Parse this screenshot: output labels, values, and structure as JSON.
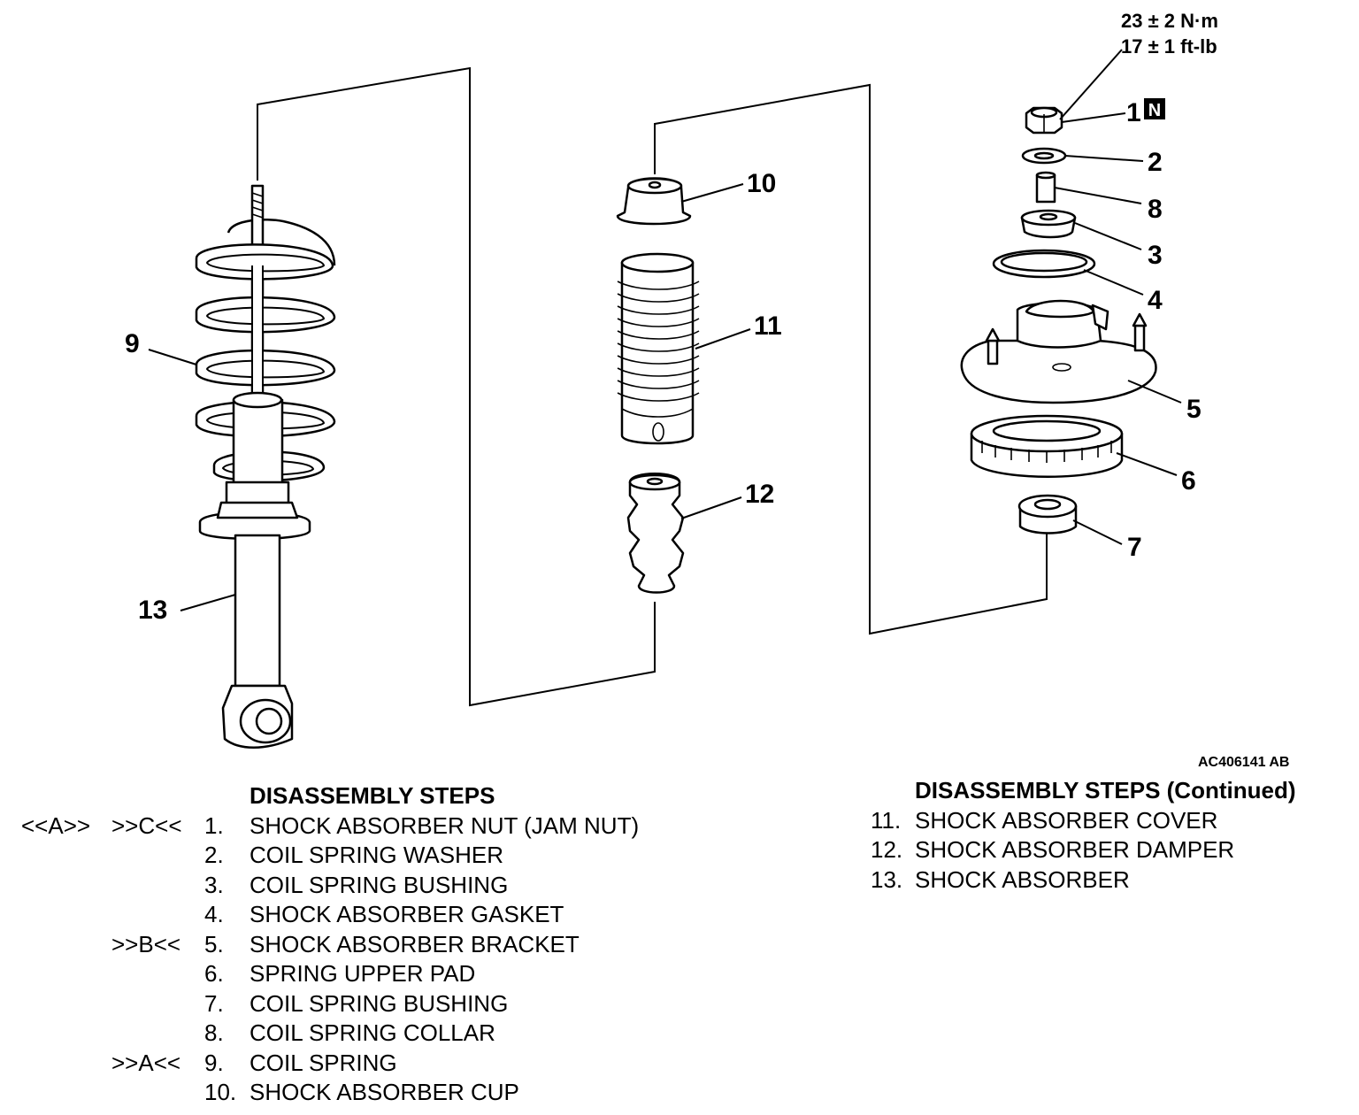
{
  "torque": {
    "metric": "23 ± 2 N·m",
    "imperial": "17 ± 1 ft-lb"
  },
  "new_part_badge": "N",
  "figure_id": "AC406141 AB",
  "callouts": [
    "1",
    "2",
    "3",
    "4",
    "5",
    "6",
    "7",
    "8",
    "9",
    "10",
    "11",
    "12",
    "13"
  ],
  "steps_left": {
    "heading": "DISASSEMBLY STEPS",
    "items": [
      {
        "ref_removal": "<<A>>",
        "ref_install": ">>C<<",
        "num": "1.",
        "text": "SHOCK ABSORBER NUT (JAM NUT)"
      },
      {
        "ref_removal": "",
        "ref_install": "",
        "num": "2.",
        "text": "COIL SPRING WASHER"
      },
      {
        "ref_removal": "",
        "ref_install": "",
        "num": "3.",
        "text": "COIL SPRING BUSHING"
      },
      {
        "ref_removal": "",
        "ref_install": "",
        "num": "4.",
        "text": "SHOCK ABSORBER GASKET"
      },
      {
        "ref_removal": "",
        "ref_install": ">>B<<",
        "num": "5.",
        "text": "SHOCK ABSORBER BRACKET"
      },
      {
        "ref_removal": "",
        "ref_install": "",
        "num": "6.",
        "text": "SPRING UPPER PAD"
      },
      {
        "ref_removal": "",
        "ref_install": "",
        "num": "7.",
        "text": "COIL SPRING BUSHING"
      },
      {
        "ref_removal": "",
        "ref_install": "",
        "num": "8.",
        "text": "COIL SPRING COLLAR"
      },
      {
        "ref_removal": "",
        "ref_install": ">>A<<",
        "num": "9.",
        "text": "COIL SPRING"
      },
      {
        "ref_removal": "",
        "ref_install": "",
        "num": "10.",
        "text": "SHOCK ABSORBER CUP"
      }
    ]
  },
  "steps_right": {
    "heading": "DISASSEMBLY STEPS (Continued)",
    "items": [
      {
        "num": "11.",
        "text": "SHOCK ABSORBER COVER"
      },
      {
        "num": "12.",
        "text": "SHOCK ABSORBER DAMPER"
      },
      {
        "num": "13.",
        "text": "SHOCK ABSORBER"
      }
    ]
  }
}
